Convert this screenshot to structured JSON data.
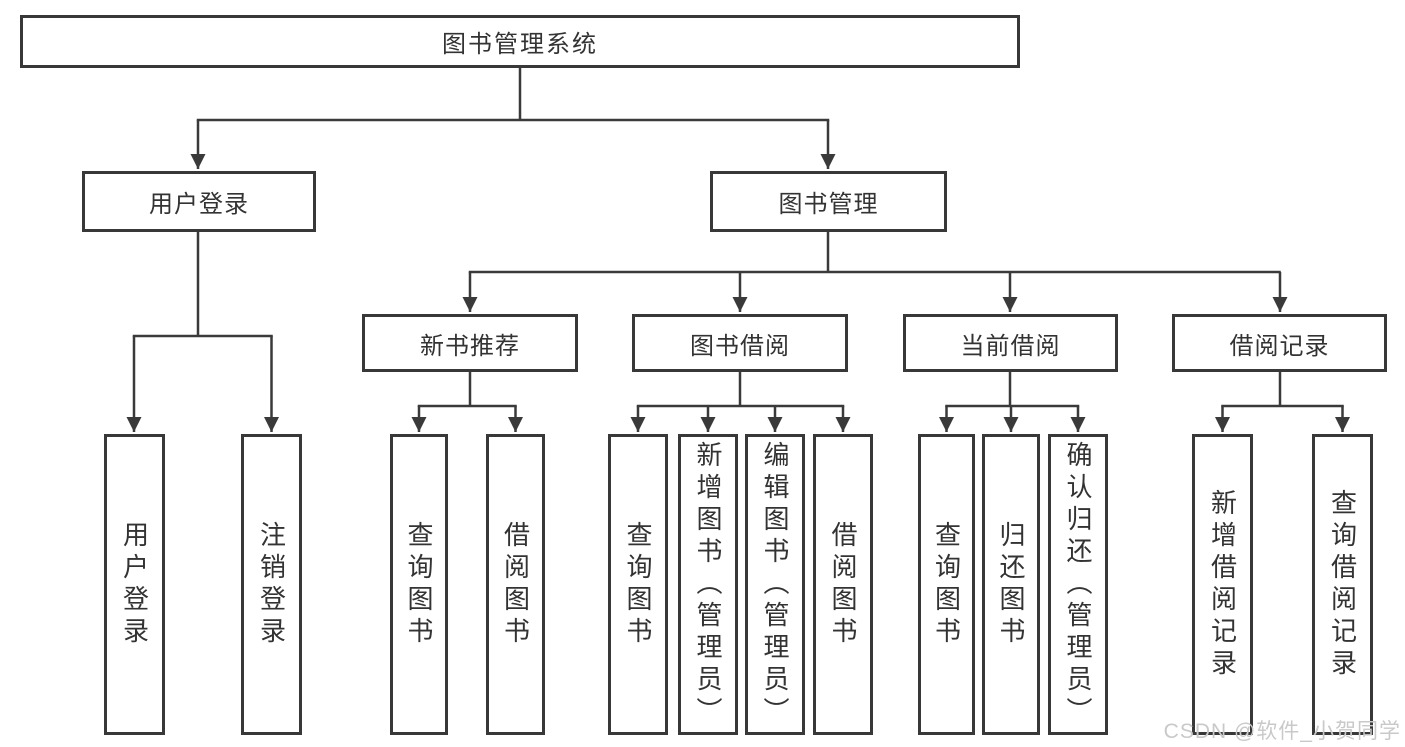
{
  "diagram": {
    "root": "图书管理系统",
    "level2": {
      "user_login": "用户登录",
      "book_management": "图书管理"
    },
    "level3": {
      "new_book_recommend": "新书推荐",
      "book_borrow": "图书借阅",
      "current_borrow": "当前借阅",
      "borrow_records": "借阅记录"
    },
    "leaves": {
      "user_login_children": [
        "用户登录",
        "注销登录"
      ],
      "new_book_children": [
        "查询图书",
        "借阅图书"
      ],
      "book_borrow_children": [
        "查询图书",
        "新增图书（管理员）",
        "编辑图书（管理员）",
        "借阅图书"
      ],
      "current_borrow_children": [
        "查询图书",
        "归还图书",
        "确认归还（管理员）"
      ],
      "borrow_records_children": [
        "新增借阅记录",
        "查询借阅记录"
      ]
    },
    "watermark": "CSDN @软件_小贺同学",
    "colors": {
      "line": "#3a3a3a",
      "border": "#383838",
      "text": "#333333",
      "watermark": "#c9c9c9",
      "background": "#ffffff"
    }
  }
}
